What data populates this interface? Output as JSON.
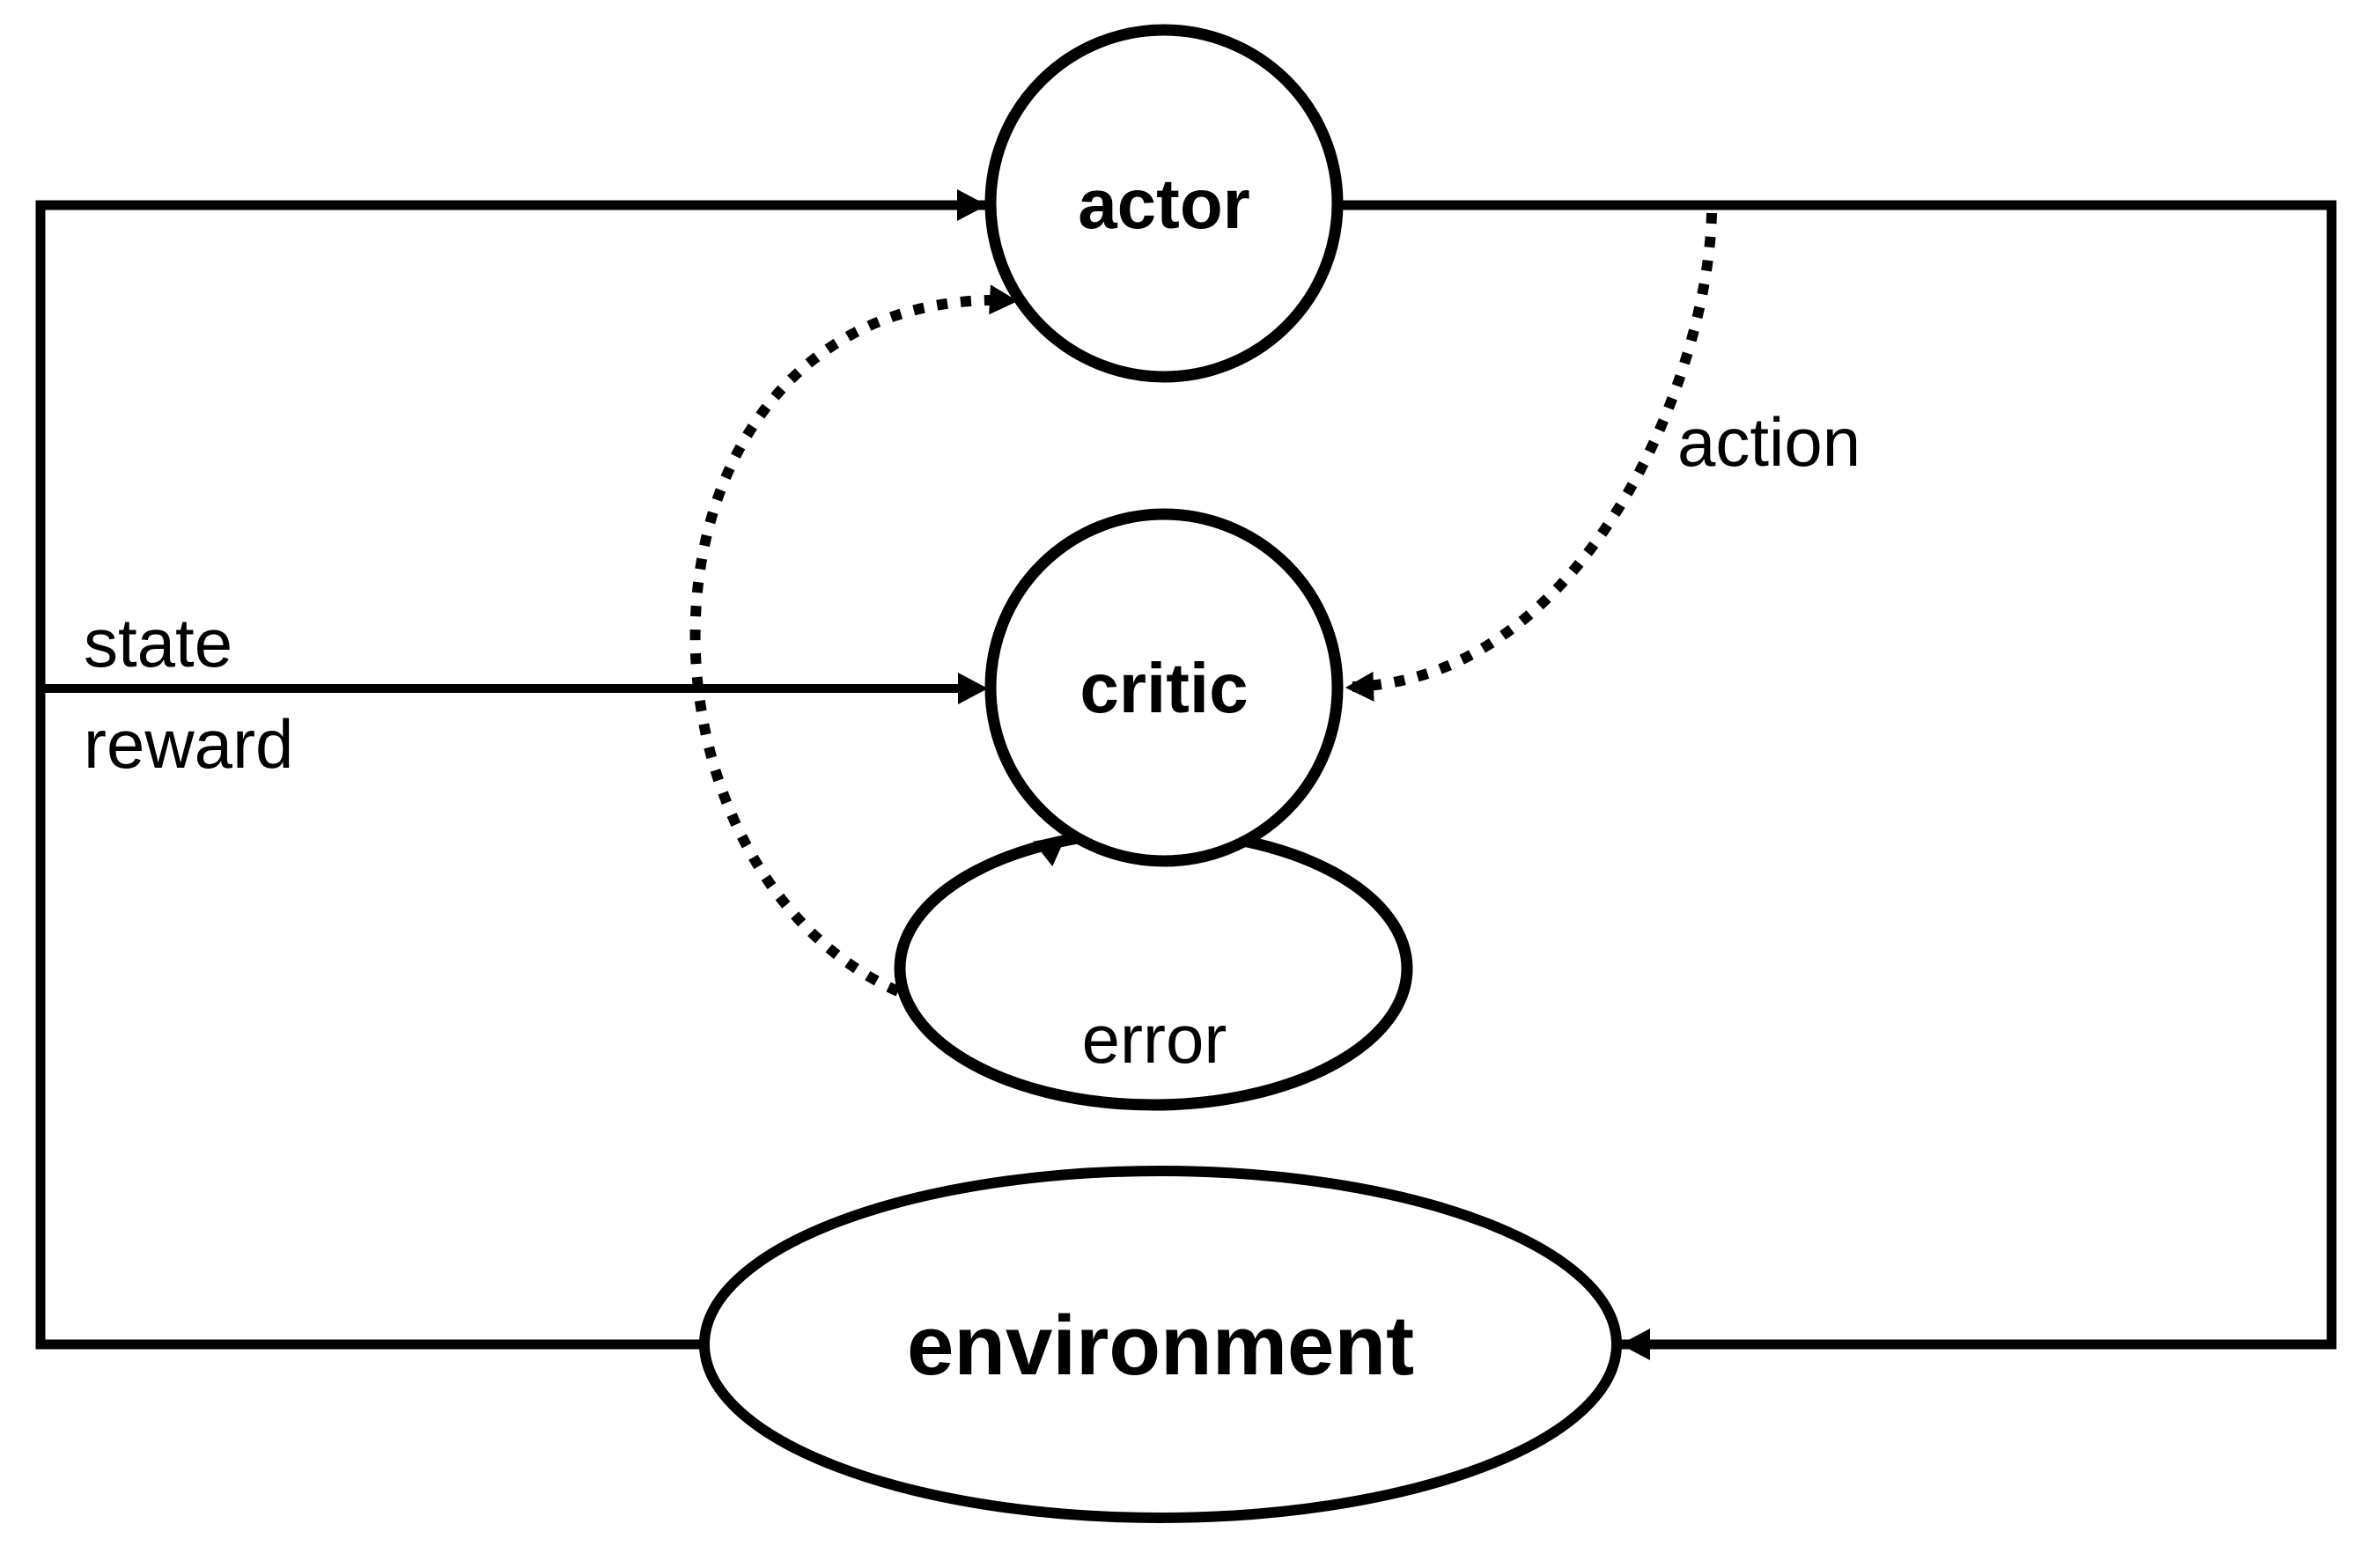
{
  "diagram": {
    "type": "actor-critic feedback diagram",
    "nodes": {
      "actor": {
        "label": "actor",
        "shape": "circle"
      },
      "critic": {
        "label": "critic",
        "shape": "circle"
      },
      "error": {
        "label": "error",
        "shape": "ellipse-self-loop"
      },
      "environment": {
        "label": "environment",
        "shape": "ellipse"
      }
    },
    "edge_labels": {
      "state": "state",
      "reward": "reward",
      "action": "action"
    },
    "colors": {
      "stroke": "#000000",
      "node_fill": "#ffffff",
      "background": "#ffffff"
    }
  }
}
